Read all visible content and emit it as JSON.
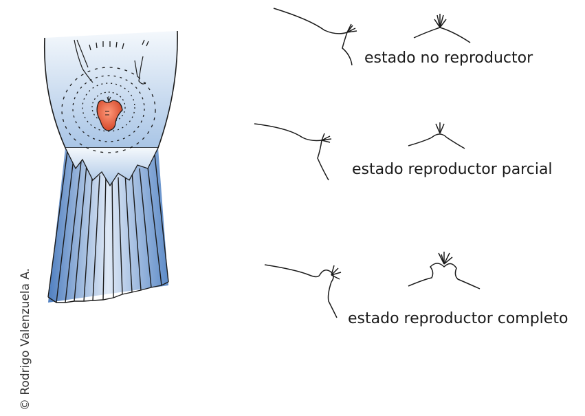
{
  "credit": "© Rodrigo Valenzuela A.",
  "states": [
    {
      "label": "estado no reproductor"
    },
    {
      "label": "estado reproductor parcial"
    },
    {
      "label": "estado reproductor completo"
    }
  ],
  "colors": {
    "body_gradient_top": "#eef4fb",
    "body_gradient_bottom": "#a9c5e6",
    "fin_dark": "#4f7fc0",
    "fin_light": "#eef3fa",
    "papilla_fill": "#e8674a",
    "outline": "#1a1a1a"
  }
}
